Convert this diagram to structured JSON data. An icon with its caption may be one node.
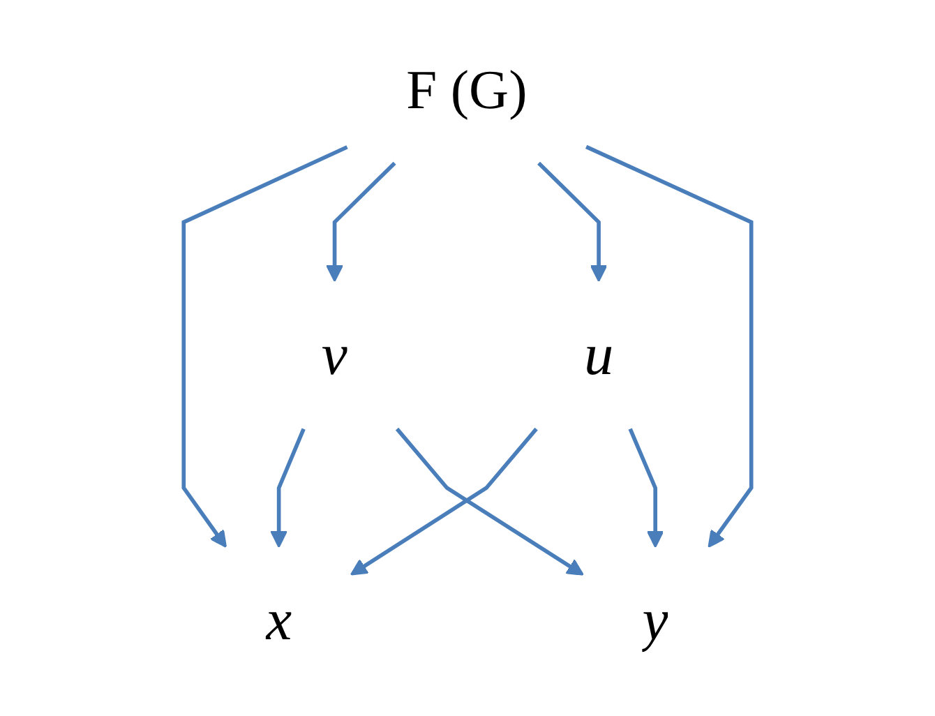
{
  "diagram": {
    "nodes": [
      {
        "text": [
          "x"
        ]
      },
      {
        "text": [
          "v"
        ]
      },
      {
        "text": [
          "F (G)"
        ]
      },
      {
        "text": [
          "u"
        ]
      },
      {
        "text": [
          "y"
        ]
      }
    ],
    "edges": [
      {
        "from": 1,
        "to": 0,
        "arrow": "to"
      },
      {
        "from": 2,
        "to": 0,
        "arrow": "to"
      },
      {
        "from": 3,
        "to": 0,
        "arrow": "to"
      },
      {
        "from": 2,
        "to": 1,
        "arrow": "to"
      },
      {
        "from": 2,
        "to": 3,
        "arrow": "to"
      },
      {
        "from": 1,
        "to": 4,
        "arrow": "to"
      },
      {
        "from": 2,
        "to": 4,
        "arrow": "to"
      },
      {
        "from": 3,
        "to": 4,
        "arrow": "to"
      }
    ]
  }
}
